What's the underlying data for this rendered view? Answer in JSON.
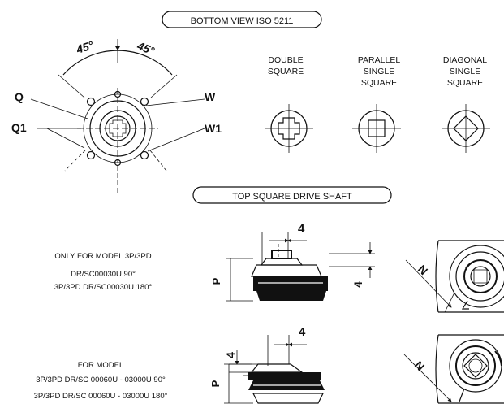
{
  "bottom_view": {
    "title": "BOTTOM VIEW ISO 5211"
  },
  "flange": {
    "angle_left": "45°",
    "angle_right": "45°",
    "label_q": "Q",
    "label_q1": "Q1",
    "label_w": "W",
    "label_w1": "W1"
  },
  "shaft_types": [
    {
      "lines": [
        "DOUBLE",
        "SQUARE"
      ]
    },
    {
      "lines": [
        "PARALLEL",
        "SINGLE",
        "SQUARE"
      ]
    },
    {
      "lines": [
        "DIAGONAL",
        "SINGLE",
        "SQUARE"
      ]
    }
  ],
  "top_square": {
    "title": "TOP SQUARE DRIVE SHAFT"
  },
  "model_notes": [
    {
      "lines": [
        "ONLY FOR MODEL  3P/3PD",
        "DR/SC00030U 90°",
        "3P/3PD DR/SC00030U 180°"
      ]
    },
    {
      "lines": [
        "FOR MODEL",
        "3P/3PD DR/SC 00060U - 03000U 90°",
        "3P/3PD DR/SC 00060U - 03000U 180°"
      ]
    }
  ],
  "dims": {
    "upper_width": "4",
    "upper_height": "4",
    "upper_p": "P",
    "lower_width": "4",
    "lower_height": "4",
    "lower_p": "P",
    "upper_n": "N",
    "lower_n": "N"
  }
}
